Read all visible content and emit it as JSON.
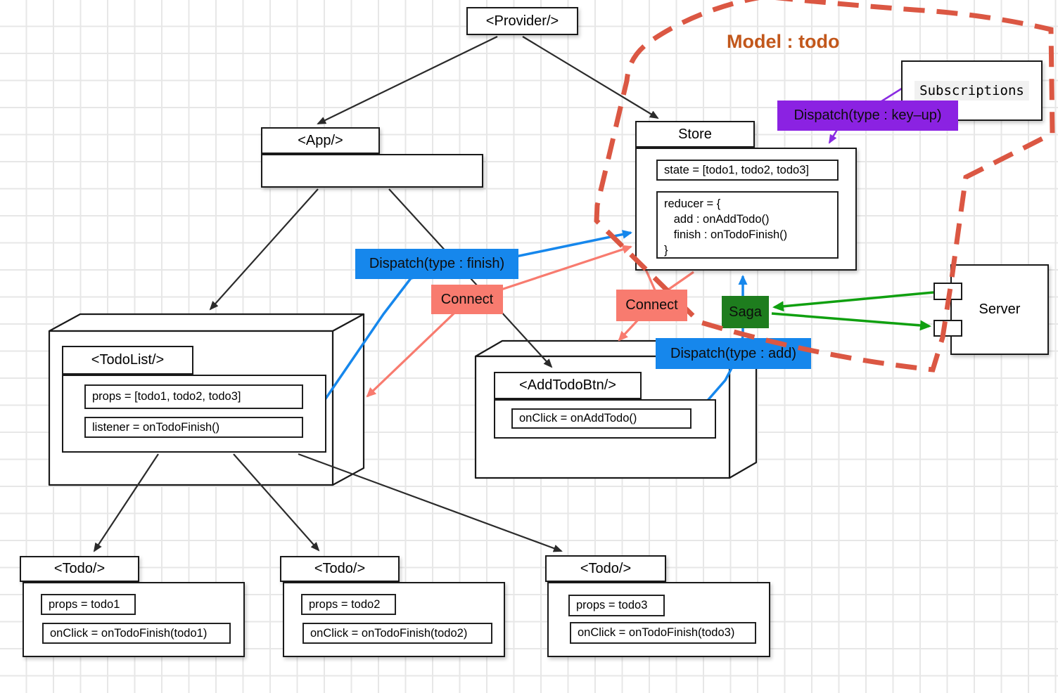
{
  "labels": {
    "model": "Model : todo",
    "dispatch_keyup": "Dispatch(type : key–up)",
    "dispatch_finish": "Dispatch(type : finish)",
    "dispatch_add": "Dispatch(type : add)",
    "connect_left": "Connect",
    "connect_right": "Connect"
  },
  "nodes": {
    "provider": {
      "title": "<Provider/>"
    },
    "app": {
      "title": "<App/>"
    },
    "store": {
      "title": "Store",
      "state": "state = [todo1, todo2, todo3]",
      "reducer": "reducer = {\n   add : onAddTodo()\n   finish : onTodoFinish()\n}"
    },
    "subscriptions": {
      "title": "Subscriptions"
    },
    "saga": {
      "title": "Saga"
    },
    "server": {
      "title": "Server"
    },
    "todolist": {
      "title": "<TodoList/>",
      "props": "props = [todo1, todo2, todo3]",
      "listener": "listener = onTodoFinish()"
    },
    "addtodobtn": {
      "title": "<AddTodoBtn/>",
      "onclick": "onClick = onAddTodo()"
    },
    "todos": [
      {
        "title": "<Todo/>",
        "props": "props = todo1",
        "onclick": "onClick = onTodoFinish(todo1)"
      },
      {
        "title": "<Todo/>",
        "props": "props = todo2",
        "onclick": "onClick = onTodoFinish(todo2)"
      },
      {
        "title": "<Todo/>",
        "props": "props = todo3",
        "onclick": "onClick = onTodoFinish(todo3)"
      }
    ]
  },
  "colors": {
    "dispatch_blue": "#1687EC",
    "connect_pink": "#F87B6F",
    "saga_green": "#1E7D1E",
    "arrow_green": "#10A010",
    "dispatch_purple": "#8B22E2",
    "boundary_red": "#DB5743",
    "model_orange": "#C2571B"
  }
}
